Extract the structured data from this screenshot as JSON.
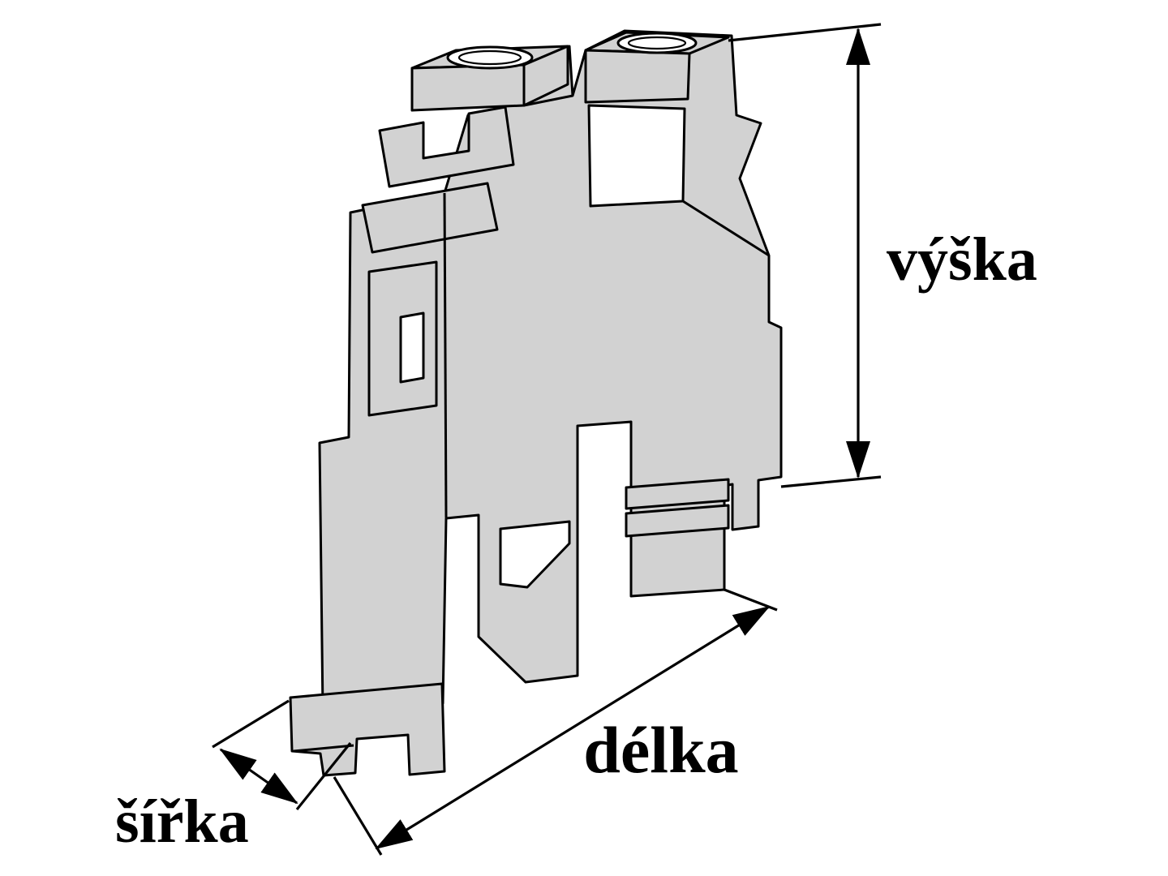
{
  "labels": {
    "height": "výška",
    "length": "délka",
    "width": "šířka"
  },
  "colors": {
    "body_fill": "#d2d2d2",
    "outline": "#000000",
    "hole_fill": "#ffffff",
    "background": "#ffffff"
  }
}
